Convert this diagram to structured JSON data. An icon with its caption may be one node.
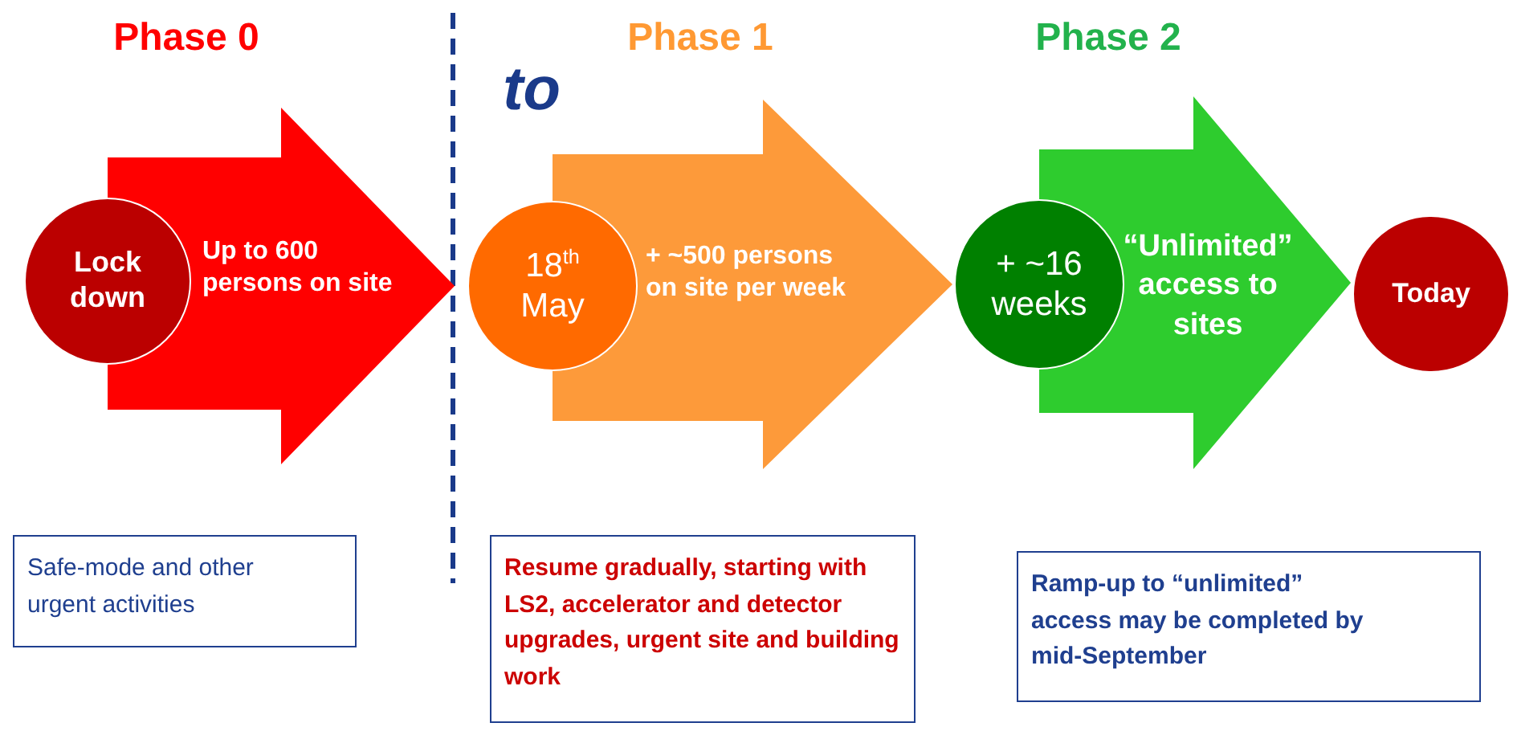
{
  "diagram": {
    "nodes": [
      {
        "text": [
          "Lock down"
        ]
      },
      {
        "text": [
          "18$^{th}$ May"
        ]
      },
      {
        "text": [
          "+ ~16 weeks"
        ]
      },
      {
        "text": [
          "Today"
        ]
      },
      {
        "text": [
          "Safe-mode and other urgent activities"
        ]
      },
      {
        "text": [
          "Resume gradually, starting with LS2, accelerator and detector upgrades, urgent site and building work"
        ]
      },
      {
        "text": [
          "Ramp-up to “unlimited” access may be completed by mid-September"
        ]
      }
    ],
    "edges": [
      {
        "from": 0,
        "to": 1,
        "arrow": "to",
        "label": "Up to 600 persons on site",
        "style": "thick",
        "color": "#ff0000"
      },
      {
        "from": 1,
        "to": 2,
        "arrow": "to",
        "label": "+ ~500 persons on site per week",
        "style": "thick",
        "color": "#fd9a3a"
      },
      {
        "from": 2,
        "to": 3,
        "arrow": "to",
        "label": "“Unlimited” access to sites",
        "style": "thick",
        "color": "#2ecc2e"
      }
    ],
    "labels": [
      "Phase 0",
      "to",
      "Phase 1",
      "Phase 2"
    ]
  }
}
